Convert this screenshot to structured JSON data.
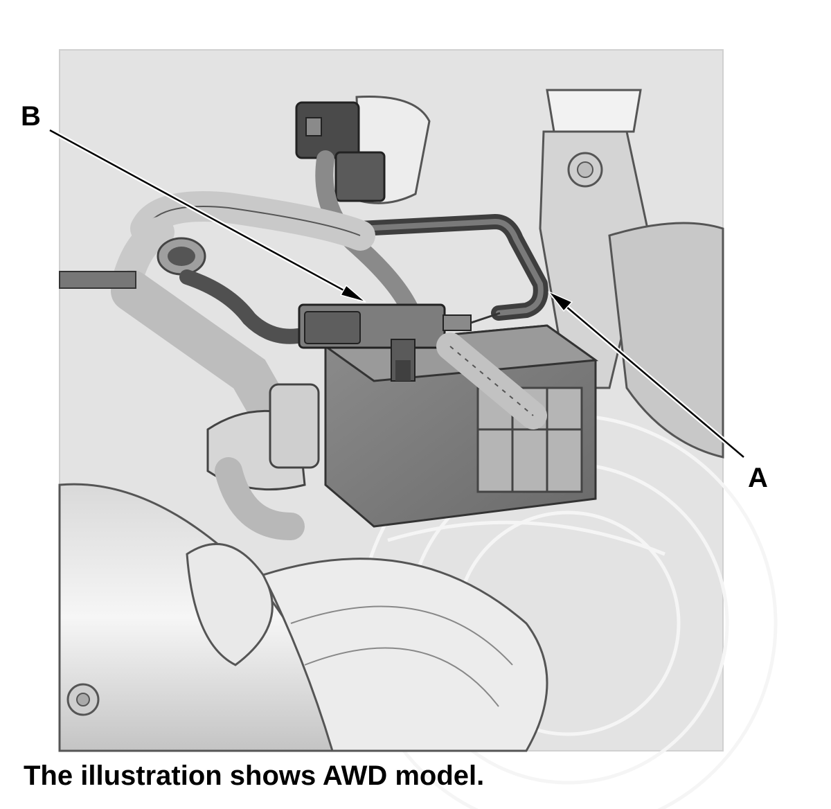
{
  "callouts": {
    "a": "A",
    "b": "B"
  },
  "caption": "The illustration shows AWD model.",
  "colors": {
    "background": "#ffffff",
    "panel": "#e3e3e3",
    "component_dark": "#6e6e6e",
    "component_mid": "#9a9a9a",
    "outline": "#2a2a2a",
    "ghost_line": "#f4f4f4"
  }
}
